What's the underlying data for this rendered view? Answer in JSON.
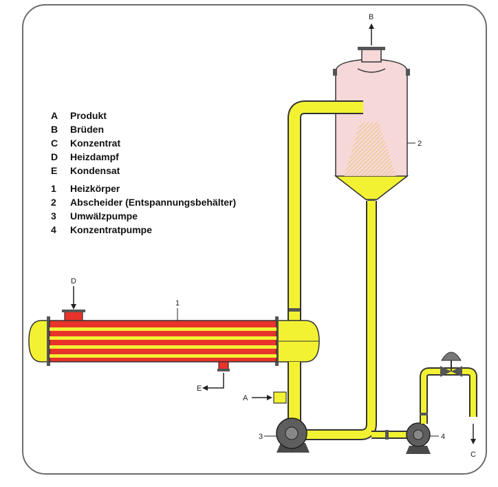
{
  "legend_letters": [
    {
      "key": "A",
      "text": "Produkt"
    },
    {
      "key": "B",
      "text": "Brüden"
    },
    {
      "key": "C",
      "text": "Konzentrat"
    },
    {
      "key": "D",
      "text": "Heizdampf"
    },
    {
      "key": "E",
      "text": "Kondensat"
    }
  ],
  "legend_numbers": [
    {
      "key": "1",
      "text": "Heizkörper"
    },
    {
      "key": "2",
      "text": "Abscheider (Entspannungsbehälter)"
    },
    {
      "key": "3",
      "text": "Umwälzpumpe"
    },
    {
      "key": "4",
      "text": "Konzentratpumpe"
    }
  ],
  "callouts": {
    "a": "A",
    "b": "B",
    "c": "C",
    "d": "D",
    "e": "E",
    "n1": "1",
    "n2": "2",
    "n3": "3",
    "n4": "4"
  },
  "colors": {
    "pipe": "#f2f233",
    "heater": "#e8332a",
    "separator": "#f6d8d8",
    "pump": "#5e5e5e"
  }
}
